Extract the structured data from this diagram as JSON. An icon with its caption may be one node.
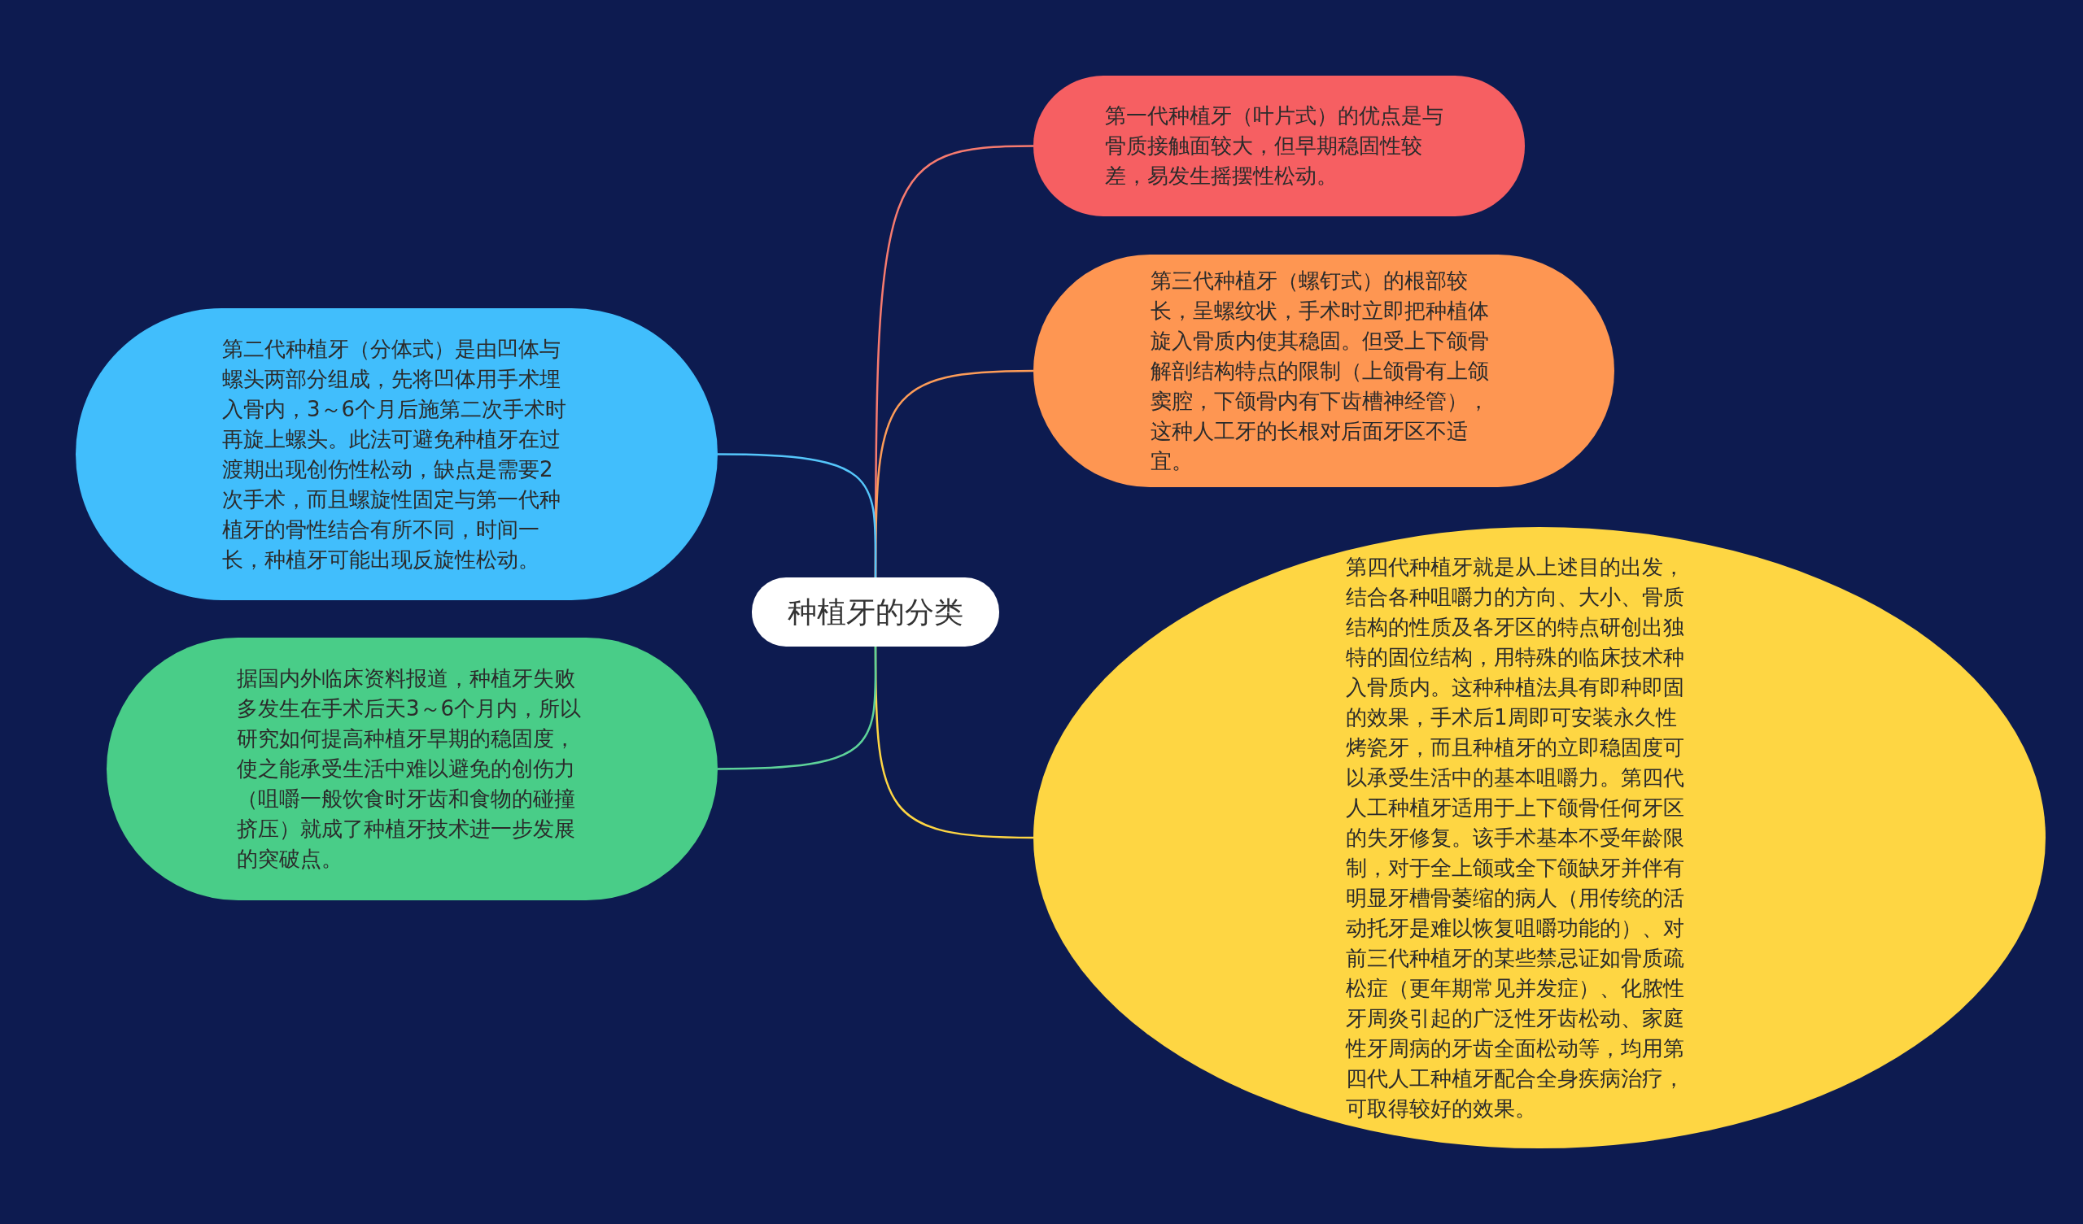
{
  "diagram": {
    "nodes": [
      {
        "text": [
          "种植牙的分类"
        ]
      },
      {
        "text": [
          "第一代种植牙（叶片式）的优点是与骨质接触面较大，但早期稳固性较差，易发生摇摆性松动。"
        ]
      },
      {
        "text": [
          "第三代种植牙（螺钉式）的根部较长，呈螺纹状，手术时立即把种植体旋入骨质内使其稳固。但受上下颌骨解剖结构特点的限制（上颌骨有上颌窦腔，下颌骨内有下齿槽神经管），这种人工牙的长根对后面牙区不适宜。"
        ]
      },
      {
        "text": [
          "第四代种植牙就是从上述目的出发，结合各种咀嚼力的方向、大小、骨质结构的性质及各牙区的特点研创出独特的固位结构，用特殊的临床技术种入骨质内。这种种植法具有即种即固的效果，手术后1周即可安装永久性烤瓷牙，而且种植牙的立即稳固度可以承受生活中的基本咀嚼力。第四代人工种植牙适用于上下颌骨任何牙区的失牙修复。该手术基本不受年龄限制，对于全上颌或全下颌缺牙并伴有明显牙槽骨萎缩的病人（用传统的活动托牙是难以恢复咀嚼功能的）、对前三代种植牙的某些禁忌证如骨质疏松症（更年期常见并发症）、化脓性牙周炎引起的广泛性牙齿松动、家庭性牙周病的牙齿全面松动等，均用第四代人工种植牙配合全身疾病治疗，可取得较好的效果。"
        ]
      },
      {
        "text": [
          "第二代种植牙（分体式）是由凹体与螺头两部分组成，先将凹体用手术埋入骨内，3～6个月后施第二次手术时再旋上螺头。此法可避免种植牙在过渡期出现创伤性松动，缺点是需要2次手术，而且螺旋性固定与第一代种植牙的骨性结合有所不同，时间一长，种植牙可能出现反旋性松动。"
        ]
      },
      {
        "text": [
          "据国内外临床资料报道，种植牙失败多发生在手术后天3～6个月内，所以研究如何提高种植牙早期的稳固度，使之能承受生活中难以避免的创伤力（咀嚼一般饮食时牙齿和食物的碰撞挤压）就成了种植牙技术进一步发展的突破点。"
        ]
      }
    ],
    "edges": [
      {
        "from": 0,
        "to": 1,
        "arrow": "none",
        "color": "#f77b6f"
      },
      {
        "from": 0,
        "to": 2,
        "arrow": "none",
        "color": "#fd9c58"
      },
      {
        "from": 0,
        "to": 3,
        "arrow": "none",
        "color": "#fed643"
      },
      {
        "from": 0,
        "to": 4,
        "arrow": "none",
        "color": "#55c6fb"
      },
      {
        "from": 0,
        "to": 5,
        "arrow": "none",
        "color": "#5ed39a"
      }
    ]
  }
}
